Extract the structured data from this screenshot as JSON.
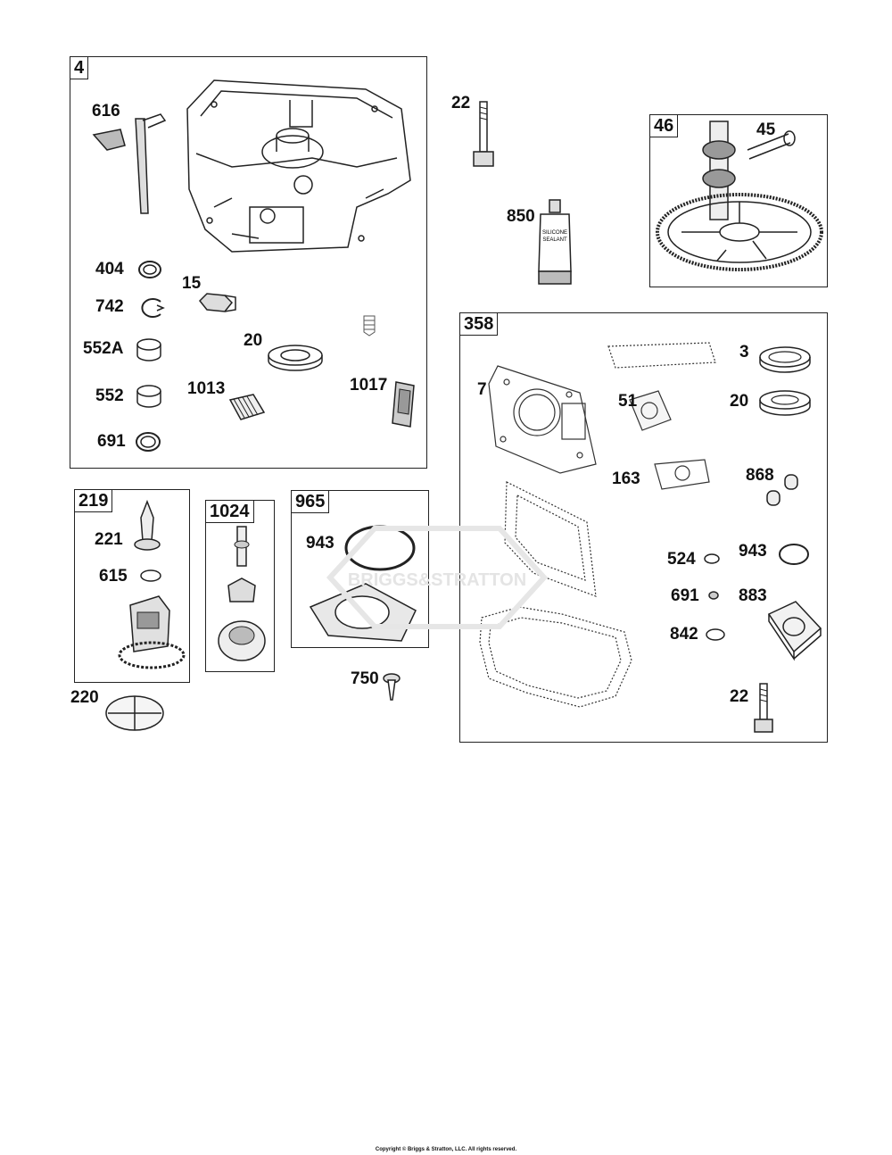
{
  "groups": {
    "g4": {
      "tag": "4",
      "parts": {
        "p616": "616",
        "p404": "404",
        "p742": "742",
        "p552a": "552A",
        "p552": "552",
        "p691": "691",
        "p15": "15",
        "p20": "20",
        "p1013": "1013",
        "p1017": "1017"
      }
    },
    "g46": {
      "tag": "46",
      "parts": {
        "p45": "45"
      }
    },
    "g358": {
      "tag": "358",
      "parts": {
        "p3": "3",
        "p7": "7",
        "p51": "51",
        "p20": "20",
        "p163": "163",
        "p868": "868",
        "p524": "524",
        "p943": "943",
        "p691": "691",
        "p883": "883",
        "p842": "842",
        "p22": "22"
      }
    },
    "g219": {
      "tag": "219",
      "parts": {
        "p221": "221",
        "p615": "615"
      }
    },
    "g1024": {
      "tag": "1024"
    },
    "g965": {
      "tag": "965",
      "parts": {
        "p943": "943"
      }
    }
  },
  "loose_parts": {
    "p22": "22",
    "p850": "850",
    "p220": "220",
    "p750": "750"
  },
  "tube_text": [
    "SILICONE",
    "SEALANT"
  ],
  "watermark": "BRIGGS&STRATTON",
  "copyright": "Copyright © Briggs & Stratton, LLC. All rights reserved."
}
